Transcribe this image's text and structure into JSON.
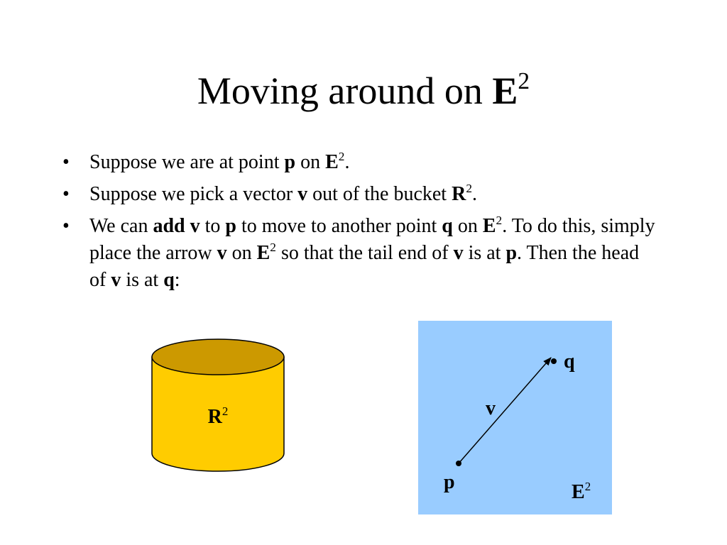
{
  "title": {
    "text": "Moving around on ",
    "bold": "E",
    "sup": "2"
  },
  "bullets": [
    {
      "marker": "•",
      "parts": [
        {
          "t": "Suppose we are at point "
        },
        {
          "t": "p",
          "b": true
        },
        {
          "t": " on "
        },
        {
          "t": "E",
          "b": true
        },
        {
          "t": "2",
          "sup": true
        },
        {
          "t": "."
        }
      ]
    },
    {
      "marker": "•",
      "parts": [
        {
          "t": "Suppose we pick a vector "
        },
        {
          "t": "v",
          "b": true
        },
        {
          "t": " out of the bucket "
        },
        {
          "t": "R",
          "b": true
        },
        {
          "t": "2",
          "sup": true
        },
        {
          "t": "."
        }
      ]
    },
    {
      "marker": "•",
      "parts": [
        {
          "t": "We can "
        },
        {
          "t": "add v",
          "b": true
        },
        {
          "t": " to "
        },
        {
          "t": "p",
          "b": true
        },
        {
          "t": " to move to another point "
        },
        {
          "t": "q",
          "b": true
        },
        {
          "t": " on "
        },
        {
          "t": "E",
          "b": true
        },
        {
          "t": "2",
          "sup": true
        },
        {
          "t": ".  To do this, simply place the arrow "
        },
        {
          "t": "v",
          "b": true
        },
        {
          "t": " on "
        },
        {
          "t": "E",
          "b": true
        },
        {
          "t": "2",
          "sup": true
        },
        {
          "t": " so that the tail end of "
        },
        {
          "t": "v",
          "b": true
        },
        {
          "t": " is at "
        },
        {
          "t": "p",
          "b": true
        },
        {
          "t": ".  Then the head of "
        },
        {
          "t": "v",
          "b": true
        },
        {
          "t": " is at "
        },
        {
          "t": "q",
          "b": true
        },
        {
          "t": ":"
        }
      ]
    }
  ],
  "bucket": {
    "label": "R",
    "sup": "2",
    "colors": {
      "body": "#ffcc00",
      "top": "#cc9900",
      "stroke": "#000000"
    }
  },
  "plane": {
    "background": "#99ccff",
    "label": "E",
    "label_sup": "2",
    "point_p": "p",
    "point_q": "q",
    "vector": "v"
  }
}
